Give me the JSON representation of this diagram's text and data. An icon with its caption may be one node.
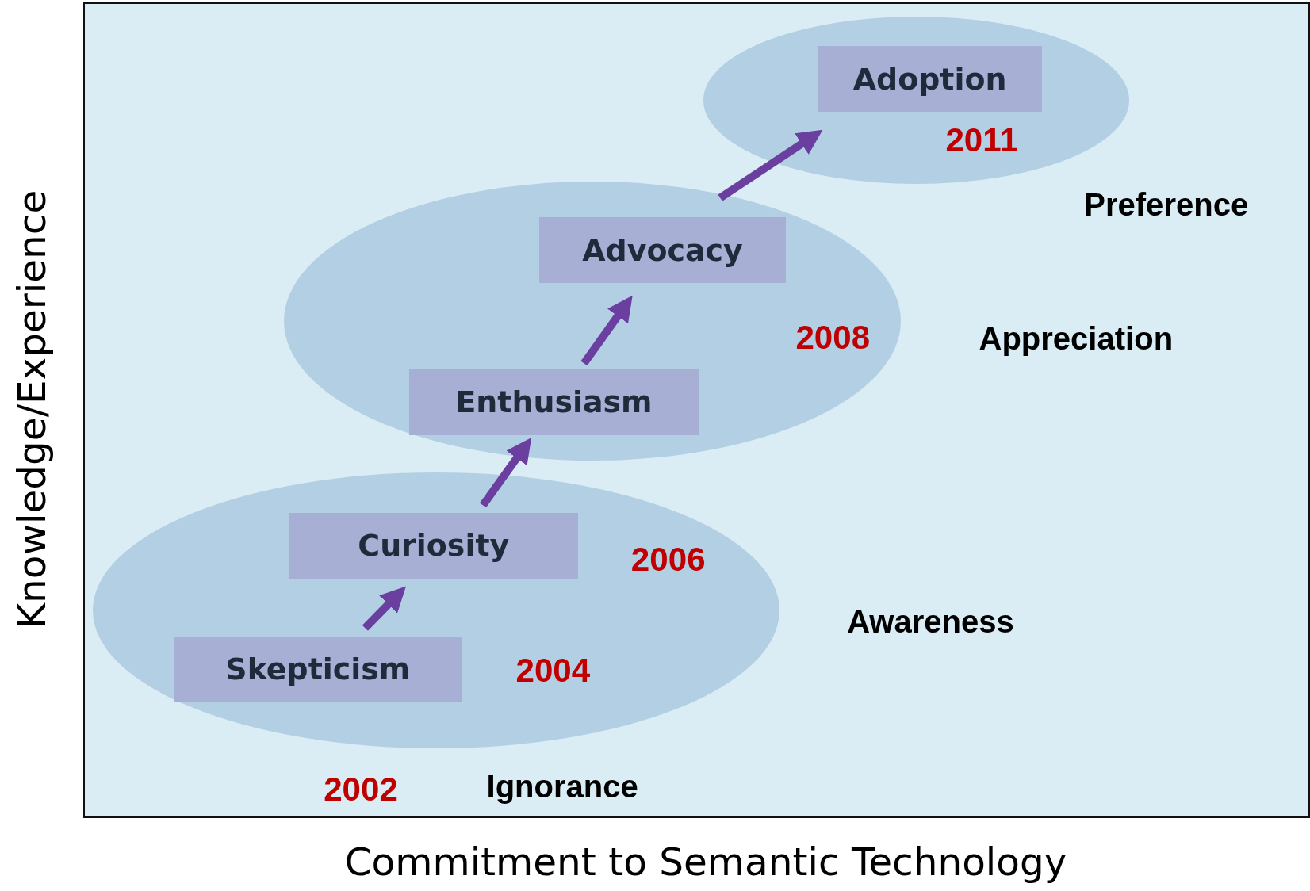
{
  "diagram": {
    "nodes": [
      {
        "text": [],
        "shape": "ellipse"
      },
      {
        "text": [
          "Adoption"
        ],
        "in": 0
      },
      {
        "text": [],
        "shape": "ellipse"
      },
      {
        "text": [
          "Advocacy"
        ],
        "in": 2
      },
      {
        "text": [
          "Enthusiasm"
        ],
        "in": 2
      },
      {
        "text": [],
        "shape": "ellipse"
      },
      {
        "text": [
          "Curiosity"
        ],
        "in": 5
      },
      {
        "text": [
          "Skepticism"
        ],
        "in": 5
      }
    ],
    "edges": [
      {
        "from": 7,
        "to": 6,
        "arrow": "to"
      },
      {
        "from": 6,
        "to": 4,
        "arrow": "to"
      },
      {
        "from": 4,
        "to": 3,
        "arrow": "to"
      },
      {
        "from": 3,
        "to": 1,
        "arrow": "to"
      }
    ],
    "labels": [
      "2011",
      "Preference",
      "2008",
      "Appreciation",
      "2006",
      "Awareness",
      "2004",
      "2002",
      "Ignorance",
      "Knowledge/Experience",
      "Commitment to Semantic Technology"
    ]
  }
}
